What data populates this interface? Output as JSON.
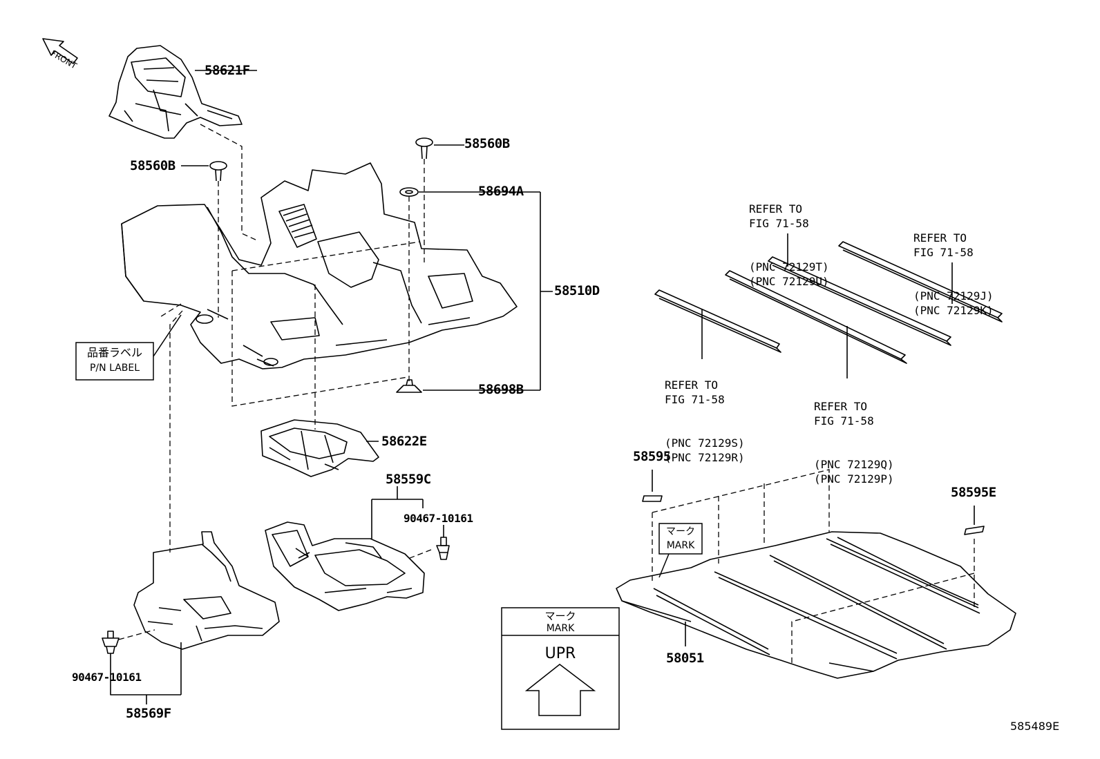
{
  "front_label": "FRONT",
  "parts": {
    "p58621F": "58621F",
    "p58560B_left": "58560B",
    "p58560B_right": "58560B",
    "p58694A": "58694A",
    "p58510D": "58510D",
    "p58698B": "58698B",
    "p58622E": "58622E",
    "p58559C": "58559C",
    "p90467_right": "90467-10161",
    "p90467_left": "90467-10161",
    "p58569F": "58569F",
    "p58595": "58595",
    "p58595E": "58595E",
    "p58051": "58051"
  },
  "pn_label": {
    "jp": "品番ラベル",
    "en": "P/N LABEL"
  },
  "mark_small": {
    "jp": "マーク",
    "en": "MARK"
  },
  "mark_legend": {
    "jp": "マーク",
    "en": "MARK",
    "arrow": "UPR"
  },
  "refs": {
    "ref_tu": [
      "REFER TO",
      "FIG 71-58",
      "(PNC 72129T)",
      "(PNC 72129U)"
    ],
    "ref_jk": [
      "REFER TO",
      "FIG 71-58",
      "(PNC 72129J)",
      "(PNC 72129K)"
    ],
    "ref_sr": [
      "REFER TO",
      "FIG 71-58",
      "(PNC 72129S)",
      "(PNC 72129R)"
    ],
    "ref_qp": [
      "REFER TO",
      "FIG 71-58",
      "(PNC 72129Q)",
      "(PNC 72129P)"
    ]
  },
  "figure_code": "585489E"
}
